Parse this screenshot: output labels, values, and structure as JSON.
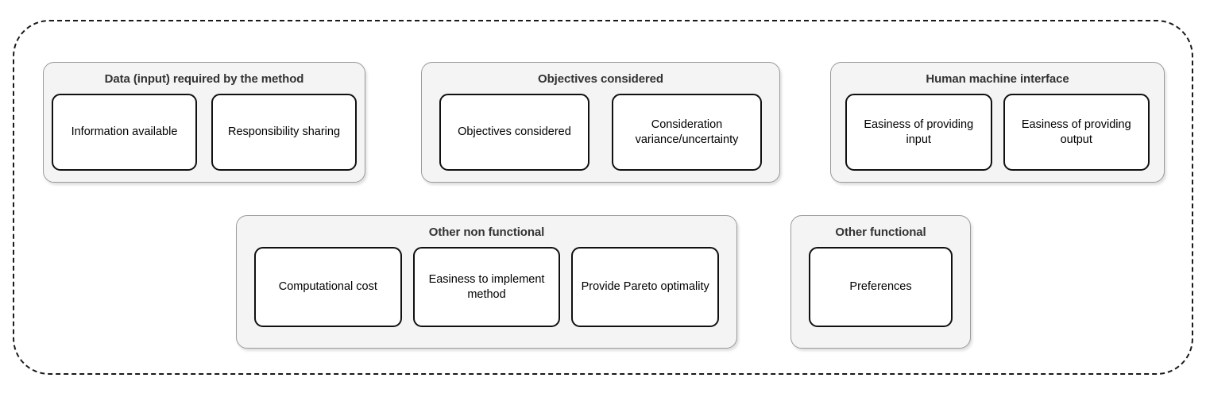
{
  "diagram": {
    "title": "",
    "outer_container": {
      "style": "dashed-rounded-rectangle"
    },
    "groups": [
      {
        "id": "data-input",
        "title": "Data (input) required by the method",
        "cards": [
          {
            "label": "Information available"
          },
          {
            "label": "Responsibility sharing"
          }
        ]
      },
      {
        "id": "objectives",
        "title": "Objectives considered",
        "cards": [
          {
            "label": "Objectives considered"
          },
          {
            "label": "Consideration variance/uncertainty"
          }
        ]
      },
      {
        "id": "hmi",
        "title": "Human machine interface",
        "cards": [
          {
            "label": "Easiness of providing input"
          },
          {
            "label": "Easiness of providing output"
          }
        ]
      },
      {
        "id": "other-non-functional",
        "title": "Other non functional",
        "cards": [
          {
            "label": "Computational cost"
          },
          {
            "label": "Easiness to implement method"
          },
          {
            "label": "Provide Pareto optimality"
          }
        ]
      },
      {
        "id": "other-functional",
        "title": "Other functional",
        "cards": [
          {
            "label": "Preferences"
          }
        ]
      }
    ]
  },
  "colors": {
    "group_fill": "#f4f4f4",
    "group_border": "#9a9a9a",
    "card_fill": "#ffffff",
    "card_border": "#111111",
    "title_text": "#333333",
    "card_text": "#000000",
    "outer_dashed_border": "#1a1a1a",
    "page_background": "#ffffff"
  }
}
